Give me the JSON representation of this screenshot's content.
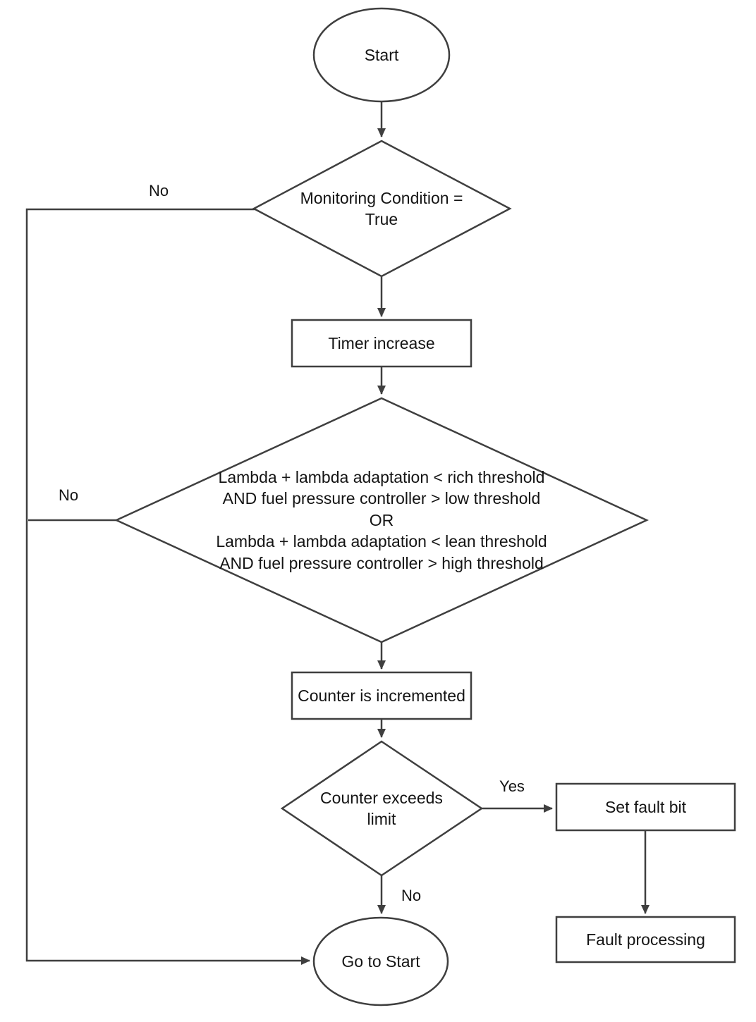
{
  "diagram": {
    "nodes": {
      "start": {
        "label": "Start"
      },
      "monitoring": {
        "label": "Monitoring Condition =\nTrue"
      },
      "timer": {
        "label": "Timer increase"
      },
      "lambda": {
        "label": "Lambda + lambda adaptation < rich threshold\nAND fuel pressure controller > low threshold\nOR\nLambda + lambda adaptation < lean threshold\nAND fuel pressure controller > high threshold"
      },
      "counter_increment": {
        "label": "Counter is incremented"
      },
      "counter_limit": {
        "label": "Counter exceeds\nlimit"
      },
      "set_fault": {
        "label": "Set fault bit"
      },
      "fault_processing": {
        "label": "Fault processing"
      },
      "goto_start": {
        "label": "Go to Start"
      }
    },
    "edge_labels": {
      "monitoring_no": "No",
      "lambda_no": "No",
      "counter_limit_yes": "Yes",
      "counter_limit_no": "No"
    },
    "colors": {
      "line": "#3f3f3f",
      "text": "#141414",
      "background": "#ffffff"
    }
  }
}
